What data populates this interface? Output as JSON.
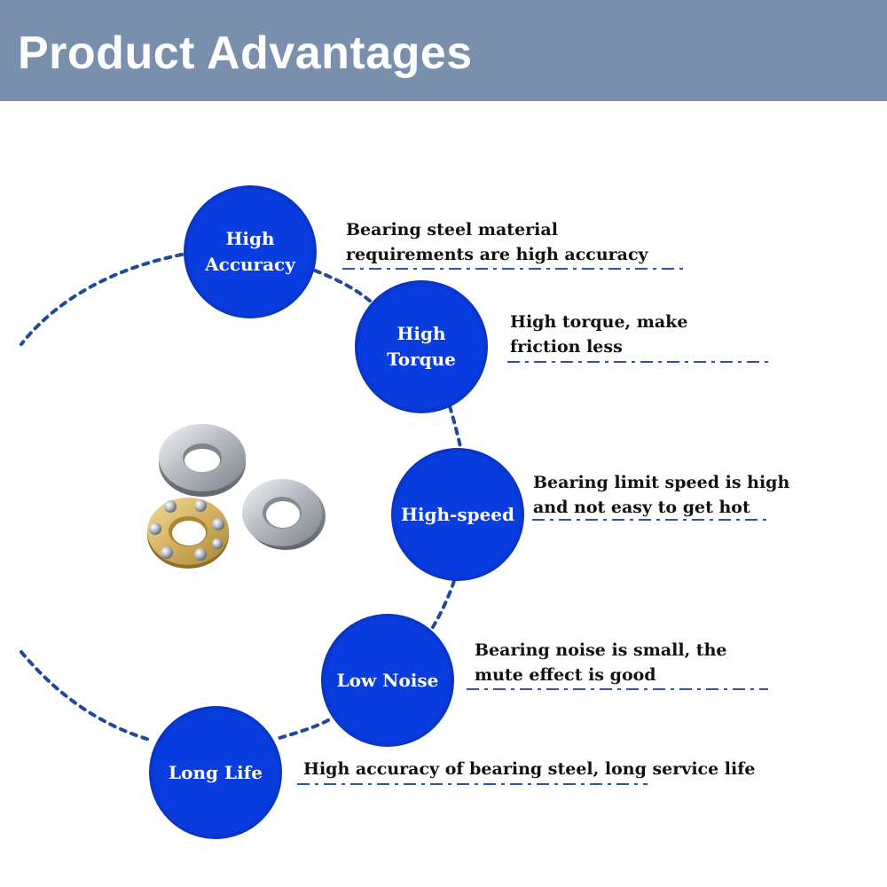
{
  "header": {
    "title": "Product Advantages"
  },
  "colors": {
    "header_bg": "#7890ab",
    "circle_fill": "#0a3de0",
    "dash_color": "#1f4a9a",
    "text": "#111111"
  },
  "advantages": [
    {
      "label": "High\nAccuracy",
      "description": "Bearing steel material\nrequirements are high accuracy"
    },
    {
      "label": "High\nTorque",
      "description": "High torque, make\nfriction less"
    },
    {
      "label": "High-speed",
      "description": "Bearing limit speed is high\nand not easy to get hot"
    },
    {
      "label": "Low Noise",
      "description": "Bearing noise is small, the\nmute effect is good"
    },
    {
      "label": "Long Life",
      "description": "High accuracy of bearing steel, long service life"
    }
  ],
  "product_image": {
    "icon": "thrust-ball-bearing-icon"
  }
}
